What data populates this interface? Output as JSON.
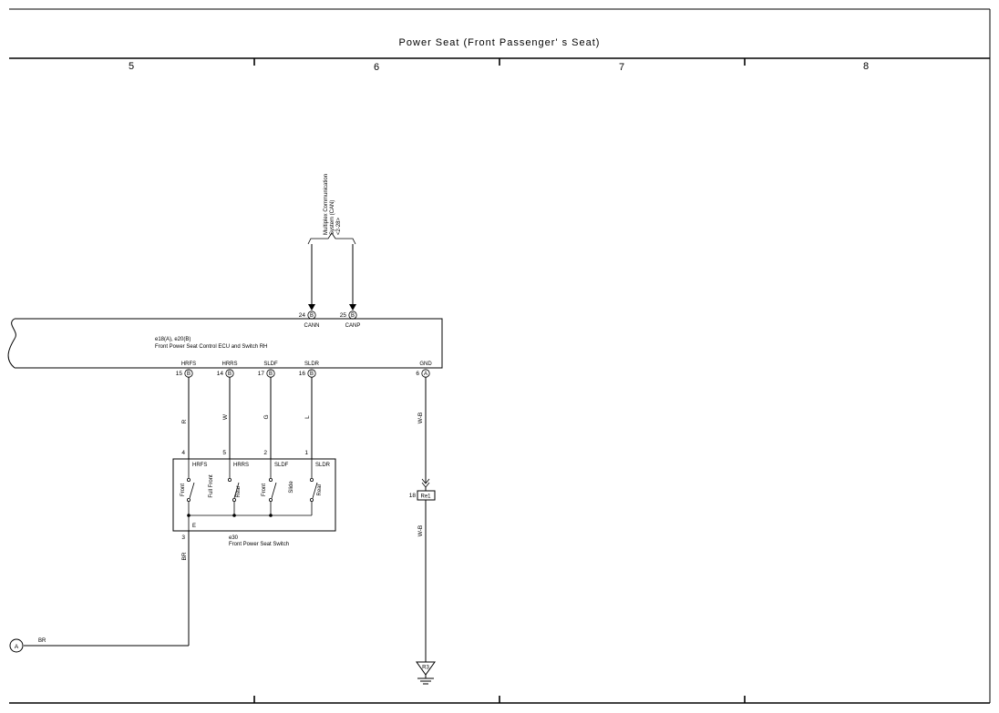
{
  "title": "Power Seat (Front Passenger' s Seat)",
  "columns": [
    "5",
    "6",
    "7",
    "8"
  ],
  "multiplex": {
    "line1": "Multiplex Communication",
    "line2": "System (CAN)",
    "line3": "<2-28>"
  },
  "ecu": {
    "code": "e18(A), e20(B)",
    "name": "Front Power Seat Control ECU and Switch RH",
    "top_pins": [
      {
        "pin": "24",
        "conn": "B",
        "label": "CANN"
      },
      {
        "pin": "25",
        "conn": "B",
        "label": "CANP"
      }
    ],
    "bottom_pins": [
      {
        "pin": "15",
        "conn": "B",
        "label": "HRFS",
        "wire": "R"
      },
      {
        "pin": "14",
        "conn": "B",
        "label": "HRRS",
        "wire": "W"
      },
      {
        "pin": "17",
        "conn": "B",
        "label": "SLDF",
        "wire": "G"
      },
      {
        "pin": "16",
        "conn": "B",
        "label": "SLDR",
        "wire": "L"
      },
      {
        "pin": "6",
        "conn": "A",
        "label": "GND",
        "wire": "W-B"
      }
    ]
  },
  "switch": {
    "code": "e30",
    "name": "Front Power Seat Switch",
    "pins": [
      {
        "pin": "4",
        "label": "HRFS"
      },
      {
        "pin": "5",
        "label": "HRRS"
      },
      {
        "pin": "2",
        "label": "SLDF"
      },
      {
        "pin": "1",
        "label": "SLDR"
      }
    ],
    "contacts": [
      "Front",
      "Full Front",
      "Rear",
      "Front",
      "Slide",
      "Rear"
    ],
    "ground_pin": "3",
    "ground_label": "E",
    "ground_wire": "BR"
  },
  "junction": {
    "pin": "18",
    "label": "Re1",
    "wire_below": "W-B"
  },
  "ground_point": {
    "label": "R3"
  },
  "connector_ref": {
    "label": "A",
    "wire": "BR"
  }
}
